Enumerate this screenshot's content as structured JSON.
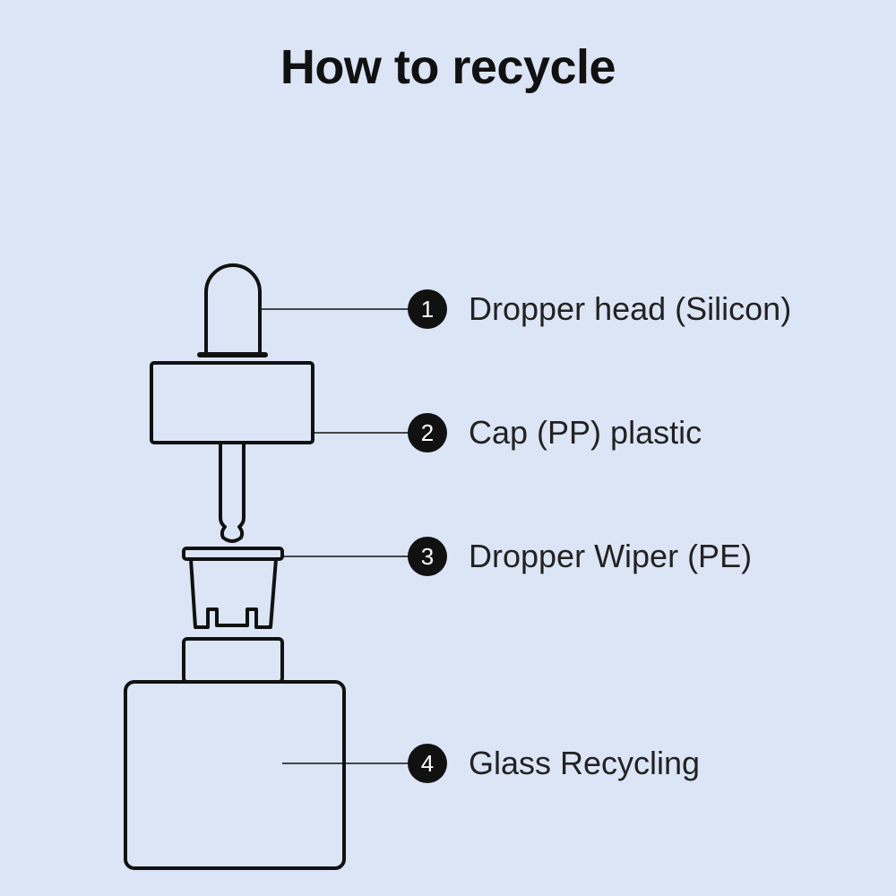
{
  "title": "How to recycle",
  "parts": [
    {
      "number": "1",
      "label": "Dropper head (Silicon)"
    },
    {
      "number": "2",
      "label": "Cap (PP) plastic"
    },
    {
      "number": "3",
      "label": "Dropper Wiper (PE)"
    },
    {
      "number": "4",
      "label": "Glass Recycling"
    }
  ],
  "colors": {
    "background": "#dce5f6",
    "ink": "#111111"
  }
}
